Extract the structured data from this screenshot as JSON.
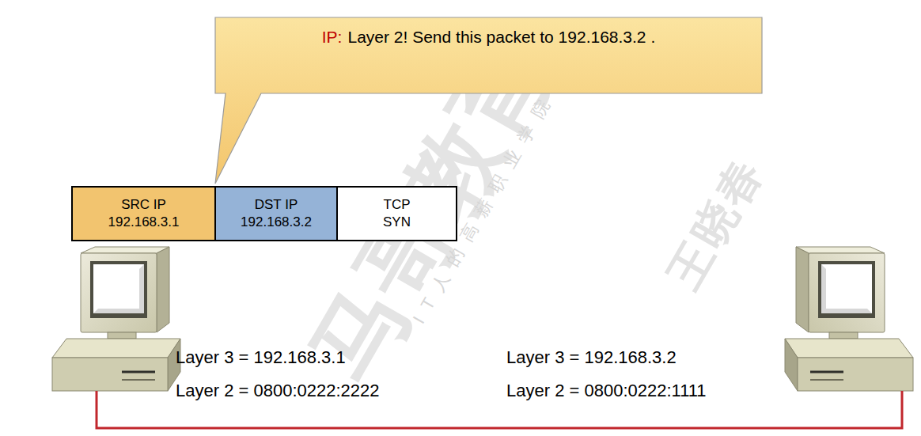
{
  "diagram": {
    "nodes": [
      {
        "text": [
          "IP:",
          "Layer 2! Send this packet to 192.168.3.2 ."
        ]
      },
      {
        "text": [
          "SRC IP",
          "192.168.3.1"
        ]
      },
      {
        "text": [
          "DST IP",
          "192.168.3.2"
        ]
      },
      {
        "text": [
          "TCP",
          "SYN"
        ]
      },
      {
        "text": [
          "Layer 3 = 192.168.3.1",
          "Layer 2 = 0800:0222:2222"
        ]
      },
      {
        "text": [
          "Layer 3 = 192.168.3.2",
          "Layer 2 = 0800:0222:1111"
        ]
      }
    ],
    "edges": [
      {
        "from": 4,
        "to": 5,
        "arrow": "none"
      }
    ],
    "labels": [
      "马哥教育",
      "IT人的高薪职业学院",
      "王晓春"
    ]
  }
}
